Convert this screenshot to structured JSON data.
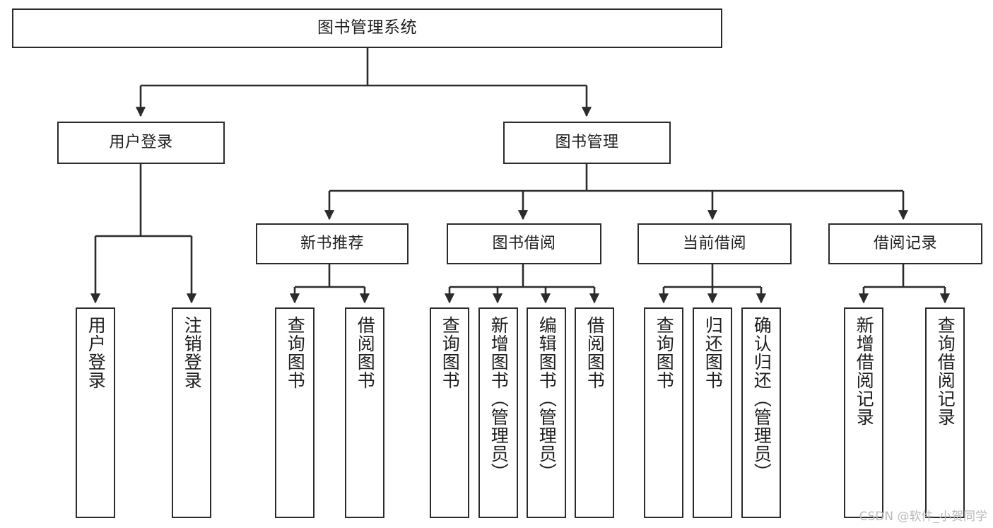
{
  "diagram": {
    "type": "tree-hierarchy-chart",
    "title": "图书管理系统",
    "watermark": "CSDN @软件_小贺同学",
    "colors": {
      "background": "#ffffff",
      "box_border": "#2b2b2b",
      "box_fill": "#ffffff",
      "connector": "#2b2b2b",
      "text": "#1f1f1f",
      "watermark": "#b9b9b9"
    },
    "nodes": {
      "root": {
        "label": "图书管理系统"
      },
      "level2": [
        {
          "label": "用户登录"
        },
        {
          "label": "图书管理"
        }
      ],
      "level3": [
        {
          "label": "新书推荐"
        },
        {
          "label": "图书借阅"
        },
        {
          "label": "当前借阅"
        },
        {
          "label": "借阅记录"
        }
      ],
      "leaves": {
        "user_login": [
          {
            "label": "用户登录"
          },
          {
            "label": "注销登录"
          }
        ],
        "new_book": [
          {
            "label": "查询图书"
          },
          {
            "label": "借阅图书"
          }
        ],
        "book_borrow": [
          {
            "label": "查询图书"
          },
          {
            "label": "新增图书（管理员）"
          },
          {
            "label": "编辑图书（管理员）"
          },
          {
            "label": "借阅图书"
          }
        ],
        "current_borrow": [
          {
            "label": "查询图书"
          },
          {
            "label": "归还图书"
          },
          {
            "label": "确认归还（管理员）"
          }
        ],
        "borrow_record": [
          {
            "label": "新增借阅记录"
          },
          {
            "label": "查询借阅记录"
          }
        ]
      }
    }
  }
}
